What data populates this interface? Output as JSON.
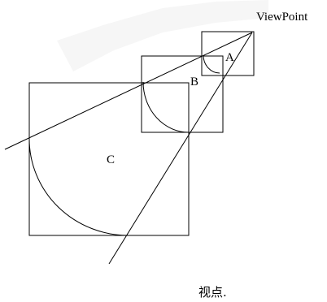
{
  "diagram": {
    "viewpoint_label": "ViewPoint",
    "square_labels": {
      "a": "A",
      "b": "B",
      "c": "C"
    },
    "caption": "视点.",
    "colors": {
      "stroke": "#000000",
      "background": "#ffffff",
      "watermark": "#dddddd"
    }
  }
}
